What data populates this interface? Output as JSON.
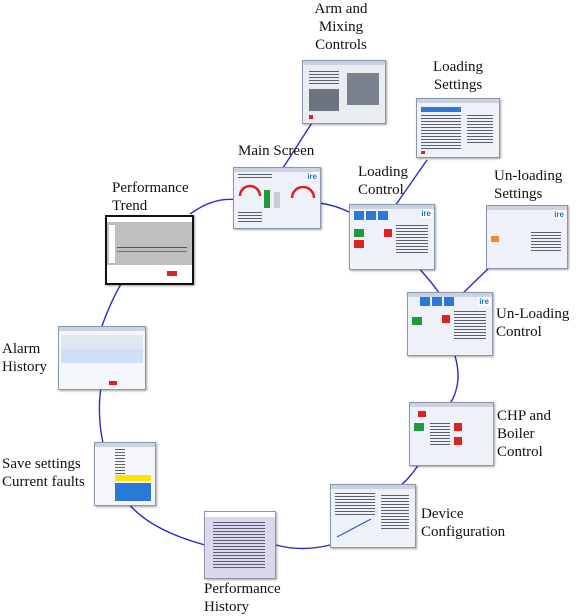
{
  "labels": {
    "arm_mixing": [
      "Arm and",
      "Mixing",
      "Controls"
    ],
    "loading_settings": [
      "Loading",
      "Settings"
    ],
    "main_screen": [
      "Main Screen"
    ],
    "loading_control": [
      "Loading",
      "Control"
    ],
    "unloading_settings": [
      "Un-loading",
      "Settings"
    ],
    "performance_trend": [
      "Performance",
      "Trend"
    ],
    "unloading_control": [
      "Un-Loading",
      "Control"
    ],
    "alarm_history": [
      "Alarm",
      "History"
    ],
    "chp_boiler": [
      "CHP and",
      "Boiler",
      "Control"
    ],
    "save_settings": [
      "Save settings",
      "Current faults"
    ],
    "device_config": [
      "Device",
      "Configuration"
    ],
    "performance_history": [
      "Performance",
      "History"
    ]
  },
  "thumb_brand": "ire",
  "colors": {
    "line": "#2b2bd0",
    "accent_blue": "#2a78d8",
    "accent_green": "#1f9a3c",
    "accent_red": "#e02020",
    "accent_orange": "#f28a20"
  }
}
